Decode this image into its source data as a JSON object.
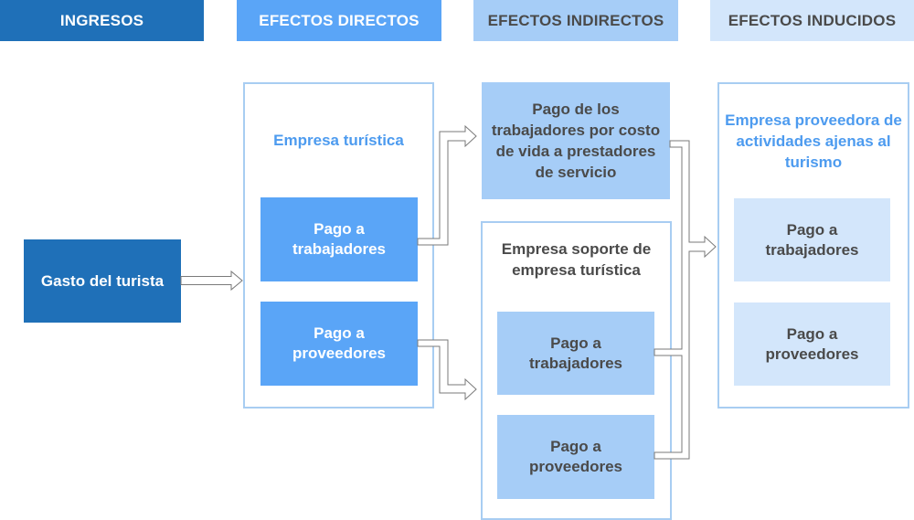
{
  "headers": {
    "ingresos": "INGRESOS",
    "directos": "EFECTOS DIRECTOS",
    "indirectos": "EFECTOS INDIRECTOS",
    "inducidos": "EFECTOS INDUCIDOS"
  },
  "gasto": "Gasto del turista",
  "directos": {
    "title": "Empresa turística",
    "pago_trabajadores": "Pago a trabajadores",
    "pago_proveedores": "Pago a proveedores"
  },
  "indirectos": {
    "costo_vida": "Pago de los trabajadores por costo de vida a prestadores de servicio",
    "soporte_title": "Empresa soporte de empresa turística",
    "pago_trabajadores": "Pago a trabajadores",
    "pago_proveedores": "Pago a proveedores"
  },
  "inducidos": {
    "title": "Empresa proveedora de actividades ajenas al turismo",
    "pago_trabajadores": "Pago a trabajadores",
    "pago_proveedores": "Pago a proveedores"
  },
  "colors": {
    "ingresos": "#1f70b8",
    "directos": "#5aa5f7",
    "indirectos": "#a6cdf7",
    "inducidos": "#d3e6fb",
    "outline": "#a8cdf2",
    "title_blue": "#4d9bef",
    "text_dark": "#4a4a4a",
    "text_white": "#ffffff"
  }
}
